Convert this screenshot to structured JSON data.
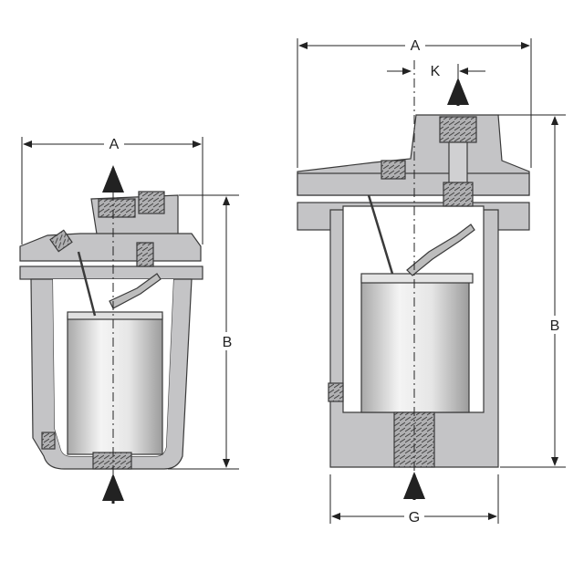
{
  "dimension_labels": {
    "left_a": "A",
    "left_b": "B",
    "right_a": "A",
    "right_k": "K",
    "right_b": "B",
    "right_g": "G"
  },
  "colors": {
    "body": "#c4c4c6",
    "outline": "#3a3a3a",
    "float_light": "#f2f2f2",
    "float_dark": "#9a9a9a",
    "dim_line": "#222222"
  }
}
